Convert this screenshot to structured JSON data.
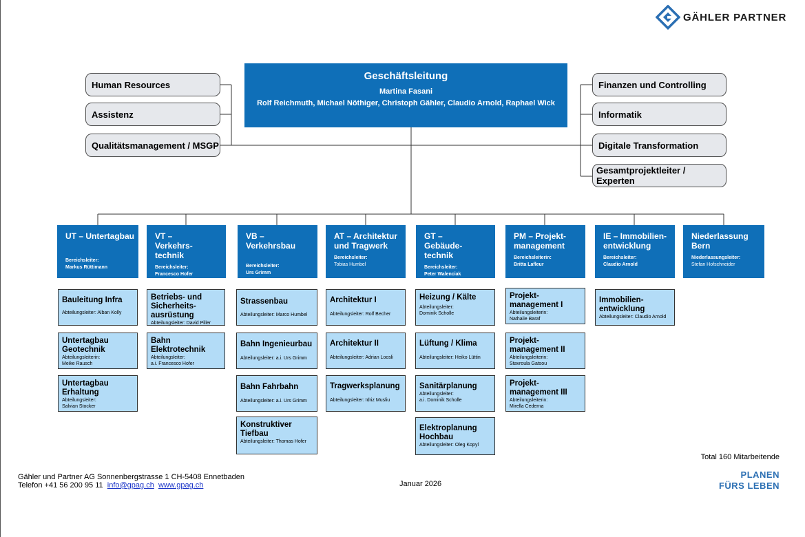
{
  "brand": {
    "name": "GÄHLER PARTNER",
    "slogan_line1": "PLANEN",
    "slogan_line2": "FÜRS LEBEN"
  },
  "management": {
    "title": "Geschäftsleitung",
    "line1": "Martina Fasani",
    "line2": "Rolf Reichmuth, Michael Nöthiger, Christoph Gähler, Claudio Arnold, Raphael Wick"
  },
  "staff_left": [
    "Human Resources",
    "Assistenz",
    "Qualitätsmanagement / MSGP"
  ],
  "staff_right": [
    "Finanzen und Controlling",
    "Informatik",
    "Digitale Transformation",
    "Gesamtprojektleiter / Experten"
  ],
  "departments": [
    {
      "title": "UT – Untertagbau",
      "lead_label": "Bereichsleiter:",
      "lead": "Markus Rüttimann",
      "units": [
        {
          "title": "Bauleitung Infra",
          "meta": "Abteilungsleiter: Alban Kolly"
        },
        {
          "title": "Untertagbau Geotechnik",
          "meta_label": "Abteilungsleiterin:",
          "meta": "Meike Rausch"
        },
        {
          "title": "Untertagbau Erhaltung",
          "meta_label": "Abteilungsleiter:",
          "meta": "Salvian Stocker"
        }
      ]
    },
    {
      "title": "VT – Verkehrs-technik",
      "lead_label": "Bereichsleiter:",
      "lead": "Francesco Hofer",
      "units": [
        {
          "title": "Betriebs- und Sicherheits-ausrüstung",
          "meta": "Abteilungsleiter: David Piller"
        },
        {
          "title": "Bahn Elektrotechnik",
          "meta_label": "Abteilungsleiter:",
          "meta": "a.i. Francesco Hofer"
        }
      ]
    },
    {
      "title": "VB – Verkehrsbau",
      "lead_label": "Bereichsleiter:",
      "lead": "Urs Grimm",
      "units": [
        {
          "title": "Strassenbau",
          "meta": "Abteilungsleiter: Marco Humbel"
        },
        {
          "title": "Bahn Ingenieurbau",
          "meta": "Abteilungsleiter: a.i. Urs Grimm"
        },
        {
          "title": "Bahn Fahrbahn",
          "meta": "Abteilungsleiter: a.i. Urs Grimm"
        },
        {
          "title": "Konstruktiver Tiefbau",
          "meta": "Abteilungsleiter: Thomas Hofer"
        }
      ]
    },
    {
      "title": "AT – Architektur und Tragwerk",
      "lead_label": "Bereichsleiter:",
      "lead": "Tobias Humbel",
      "units": [
        {
          "title": "Architektur I",
          "meta": "Abteilungsleiter: Rolf Becher"
        },
        {
          "title": "Architektur II",
          "meta": "Abteilungsleiter: Adrian Loosli"
        },
        {
          "title": "Tragwerksplanung",
          "meta": "Abteilungsleiter: Idriz Musliu"
        }
      ]
    },
    {
      "title": "GT – Gebäude-technik",
      "lead_label": "Bereichsleiter:",
      "lead": "Peter Walenciak",
      "units": [
        {
          "title": "Heizung / Kälte",
          "meta_label": "Abteilungsleiter:",
          "meta": "Dominik Scholle"
        },
        {
          "title": "Lüftung / Klima",
          "meta": "Abteilungsleiter: Heiko Lüttin"
        },
        {
          "title": "Sanitärplanung",
          "meta_label": "Abteilungsleiter:",
          "meta": "a.i. Dominik Scholle"
        },
        {
          "title": "Elektroplanung Hochbau",
          "meta": "Abteilungsleiter: Oleg Kopyl"
        }
      ]
    },
    {
      "title": "PM – Projekt-management",
      "lead_label": "Bereichsleiterin:",
      "lead": "Britta Lafleur",
      "units": [
        {
          "title": "Projekt-management I",
          "meta_label": "Abteilungsleiterin:",
          "meta": "Nathalie Baraf"
        },
        {
          "title": "Projekt-management II",
          "meta_label": "Abteilungsleiterin:",
          "meta": "Stavroula Gatsou"
        },
        {
          "title": "Projekt-management III",
          "meta_label": "Abteilungsleiterin:",
          "meta": "Mirella Cederna"
        }
      ]
    },
    {
      "title": "IE – Immobilien-entwicklung",
      "lead_label": "Bereichsleiter:",
      "lead": "Claudio Arnold",
      "units": [
        {
          "title": "Immobilien-entwicklung",
          "meta": "Abteilungsleiter: Claudio Arnold"
        }
      ]
    },
    {
      "title": "Niederlassung Bern",
      "lead_label": "Niederlassungsleiter:",
      "lead": "Stefan Hofschneider",
      "units": []
    }
  ],
  "footer": {
    "address": "Gähler und Partner AG  Sonnenbergstrasse 1  CH-5408 Ennetbaden",
    "phone": "Telefon +41 56 200 95 11",
    "email": "info@gpag.ch",
    "web": "www.gpag.ch",
    "date": "Januar 2026",
    "total": "Total 160 Mitarbeitende"
  },
  "colors": {
    "primary": "#0f6fb8",
    "unit_fill": "#b3dcf7",
    "staff_fill": "#e6e8ec",
    "slogan": "#2b6fb3"
  }
}
